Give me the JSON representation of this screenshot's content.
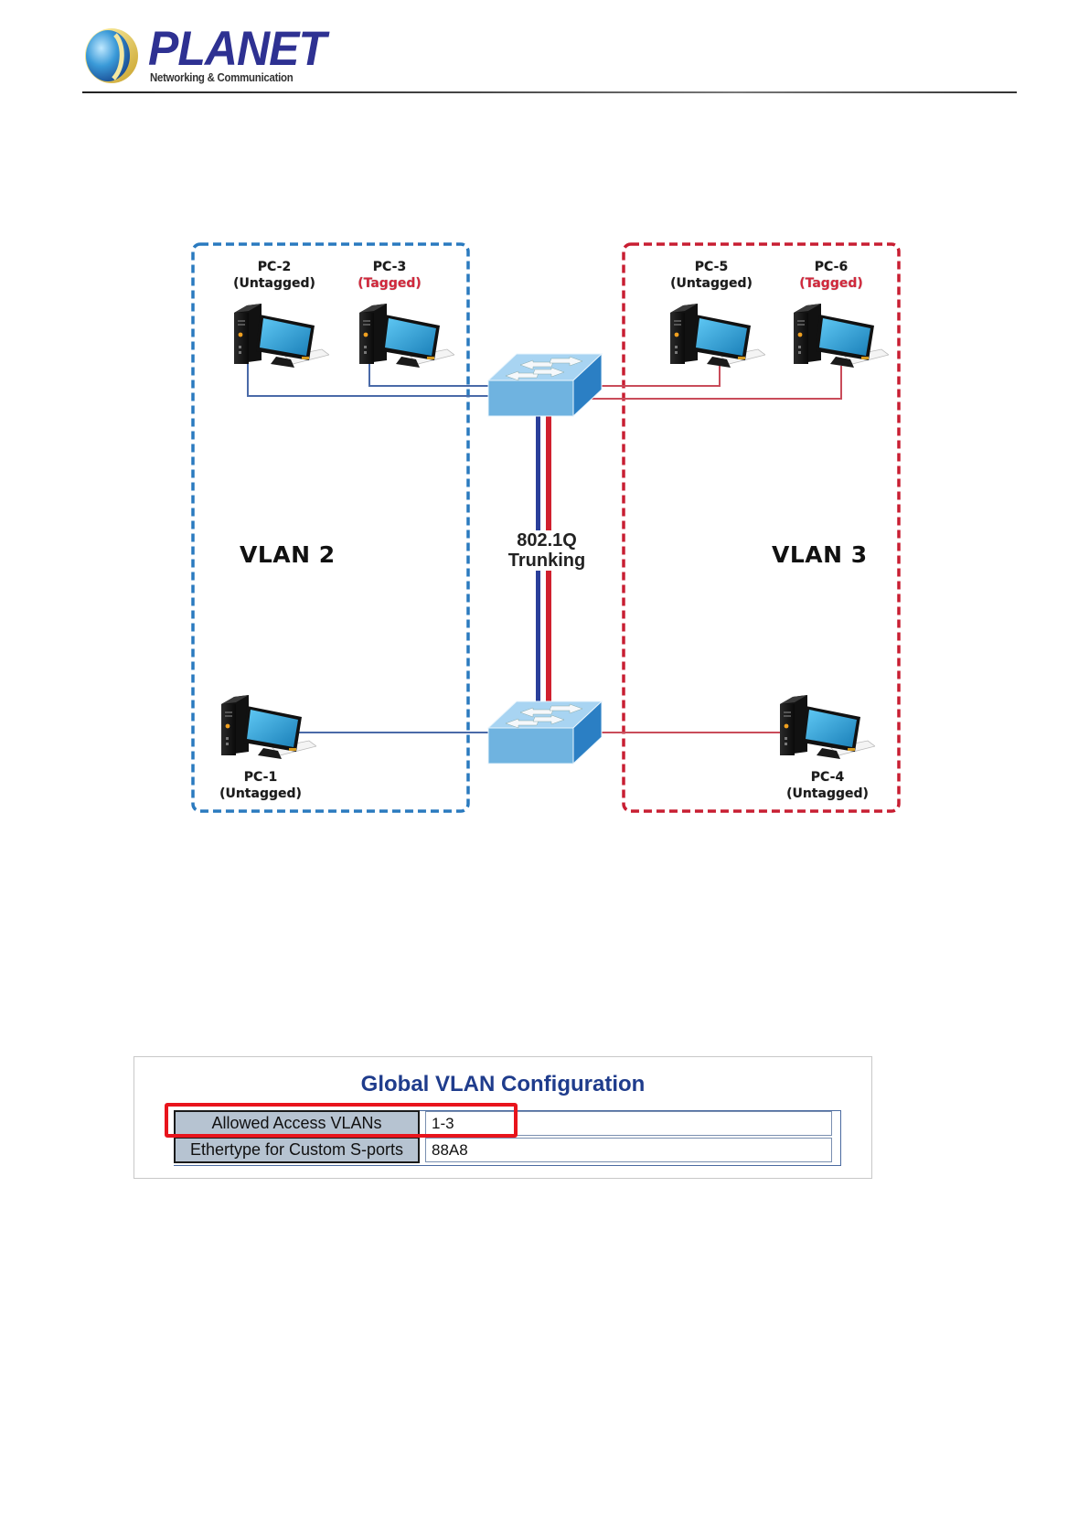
{
  "header": {
    "brand": "PLANET",
    "tagline": "Networking & Communication",
    "logo_icon": "globe-logo-icon"
  },
  "diagram": {
    "colors": {
      "vlan2": "#2a7abf",
      "vlan3": "#c81e32",
      "link_blue": "#4a6aa8",
      "link_red": "#c94c5a",
      "trunk_blue": "#2a3f9a",
      "trunk_red": "#d0202e",
      "tagged_text": "#d2283c",
      "switch_face": "#6fb3e0"
    },
    "vlan2_label": "VLAN 2",
    "vlan3_label": "VLAN 3",
    "trunk_label_line1": "802.1Q",
    "trunk_label_line2": "Trunking",
    "pcs": [
      {
        "name": "PC-1",
        "mode": "(Untagged)",
        "tagged": false,
        "vlan": 2
      },
      {
        "name": "PC-2",
        "mode": "(Untagged)",
        "tagged": false,
        "vlan": 2
      },
      {
        "name": "PC-3",
        "mode": "(Tagged)",
        "tagged": true,
        "vlan": 2
      },
      {
        "name": "PC-4",
        "mode": "(Untagged)",
        "tagged": false,
        "vlan": 3
      },
      {
        "name": "PC-5",
        "mode": "(Untagged)",
        "tagged": false,
        "vlan": 3
      },
      {
        "name": "PC-6",
        "mode": "(Tagged)",
        "tagged": true,
        "vlan": 3
      }
    ],
    "switches": [
      "switch-icon",
      "switch-icon"
    ]
  },
  "config": {
    "title": "Global VLAN Configuration",
    "rows": [
      {
        "label": "Allowed Access VLANs",
        "value": "1-3",
        "highlighted": true
      },
      {
        "label": "Ethertype for Custom S-ports",
        "value": "88A8",
        "highlighted": false
      }
    ],
    "highlight_color": "#e8141c"
  }
}
